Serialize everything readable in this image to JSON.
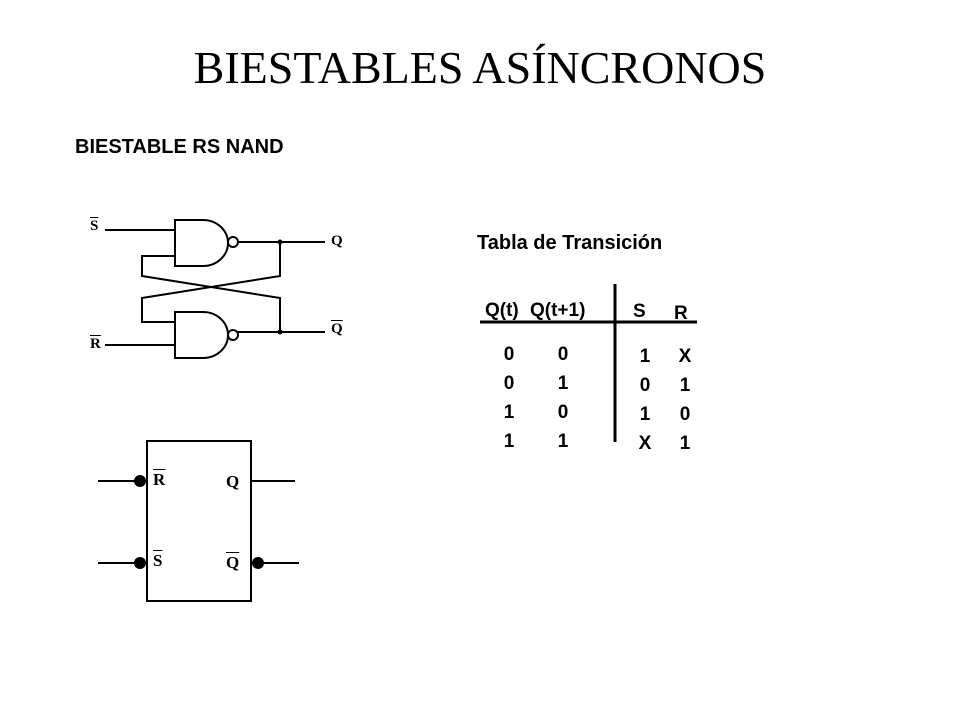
{
  "slide": {
    "title": "BIESTABLES ASÍNCRONOS",
    "subtitle": "BIESTABLE RS NAND"
  },
  "schematic": {
    "input_top": "S",
    "input_bottom": "R",
    "output_top": "Q",
    "output_bottom": "Q"
  },
  "block": {
    "pin_r": "R",
    "pin_s": "S",
    "pin_q": "Q",
    "pin_qn": "Q"
  },
  "table": {
    "title": "Tabla de Transición",
    "headers": [
      "Q(t)",
      "Q(t+1)",
      "S",
      "R"
    ],
    "columns": {
      "qt": [
        "0",
        "0",
        "1",
        "1"
      ],
      "qt1": [
        "0",
        "1",
        "0",
        "1"
      ],
      "s": [
        "1",
        "0",
        "1",
        "X"
      ],
      "r": [
        "X",
        "1",
        "0",
        "1"
      ]
    }
  },
  "colors": {
    "ink": "#000000",
    "background": "#ffffff"
  }
}
